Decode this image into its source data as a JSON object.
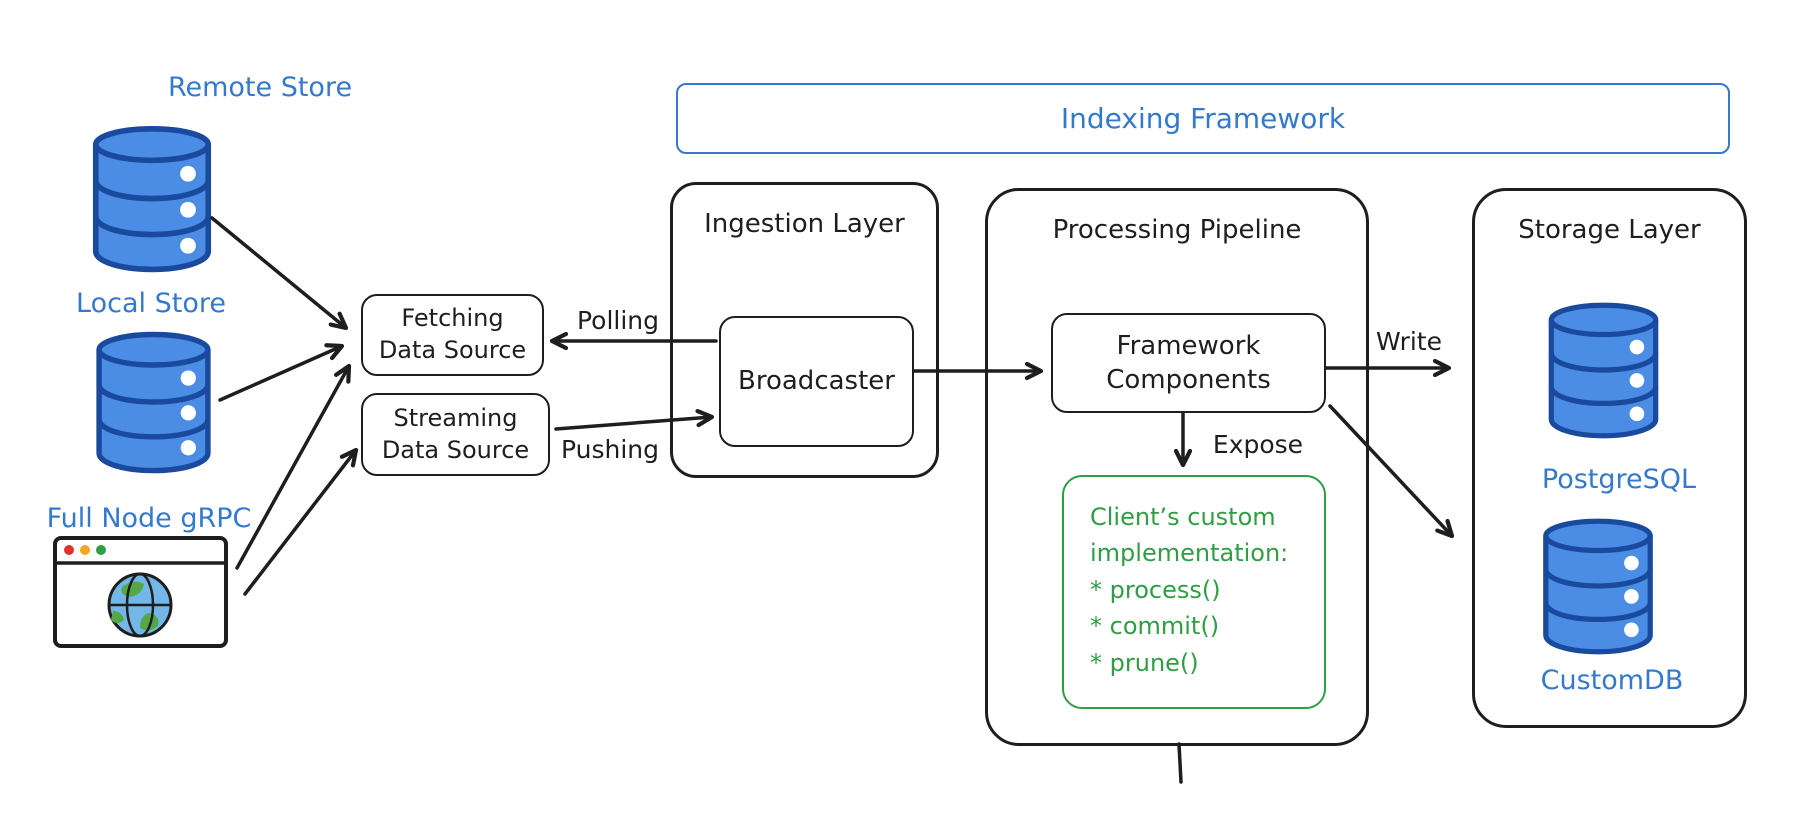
{
  "colors": {
    "blue_accent": "#3579cd",
    "stroke_black": "#1e1e1e",
    "green_accent": "#2f9e44",
    "database_fill": "#4b8de4",
    "database_stroke": "#1a4a9e"
  },
  "banner": {
    "title": "Indexing Framework"
  },
  "sources": {
    "remote": {
      "label": "Remote Store",
      "icon": "database-icon"
    },
    "local": {
      "label": "Local Store",
      "icon": "database-icon"
    },
    "fullnode": {
      "label": "Full Node gRPC",
      "icon": "browser-globe-icon"
    }
  },
  "nodes": {
    "fetching": {
      "label": "Fetching\nData Source"
    },
    "streaming": {
      "label": "Streaming\nData Source"
    },
    "broadcaster": {
      "label": "Broadcaster"
    },
    "framework": {
      "label": "Framework\nComponents"
    },
    "client_impl": {
      "label": "Client’s custom\nimplementation:\n* process()\n* commit()\n* prune()"
    }
  },
  "containers": {
    "ingestion": {
      "title": "Ingestion Layer"
    },
    "processing": {
      "title": "Processing Pipeline"
    },
    "storage": {
      "title": "Storage Layer"
    }
  },
  "storage_nodes": {
    "postgresql": {
      "label": "PostgreSQL",
      "icon": "database-icon"
    },
    "customdb": {
      "label": "CustomDB",
      "icon": "database-icon"
    }
  },
  "edge_labels": {
    "polling": "Polling",
    "pushing": "Pushing",
    "expose": "Expose",
    "write": "Write"
  }
}
